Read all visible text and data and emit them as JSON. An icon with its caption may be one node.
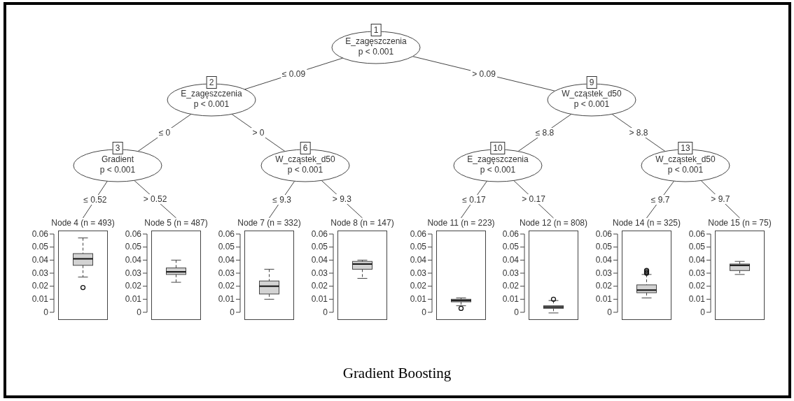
{
  "diagram": {
    "caption": "Gradient Boosting",
    "nodes": [
      {
        "text": [
          "1",
          "E_zagęszczenia",
          "p < 0.001"
        ]
      },
      {
        "text": [
          "2",
          "E_zagęszczenia",
          "p < 0.001"
        ]
      },
      {
        "text": [
          "9",
          "W_cząstek_d50",
          "p < 0.001"
        ]
      },
      {
        "text": [
          "3",
          "Gradient",
          "p < 0.001"
        ]
      },
      {
        "text": [
          "6",
          "W_cząstek_d50",
          "p < 0.001"
        ]
      },
      {
        "text": [
          "10",
          "E_zagęszczenia",
          "p < 0.001"
        ]
      },
      {
        "text": [
          "13",
          "W_cząstek_d50",
          "p < 0.001"
        ]
      },
      {
        "text": [
          "Node 4 (n = 493)"
        ],
        "beside": [
          "0.06",
          "0.05",
          "0.04",
          "0.03",
          "0.02",
          "0.01",
          "0"
        ]
      },
      {
        "text": [
          "Node 5 (n = 487)"
        ],
        "beside": [
          "0.06",
          "0.05",
          "0.04",
          "0.03",
          "0.02",
          "0.01",
          "0"
        ]
      },
      {
        "text": [
          "Node 7 (n = 332)"
        ],
        "beside": [
          "0.06",
          "0.05",
          "0.04",
          "0.03",
          "0.02",
          "0.01",
          "0"
        ]
      },
      {
        "text": [
          "Node 8 (n = 147)"
        ],
        "beside": [
          "0.06",
          "0.05",
          "0.04",
          "0.03",
          "0.02",
          "0.01",
          "0"
        ]
      },
      {
        "text": [
          "Node 11 (n = 223)"
        ],
        "beside": [
          "0.06",
          "0.05",
          "0.04",
          "0.03",
          "0.02",
          "0.01",
          "0"
        ]
      },
      {
        "text": [
          "Node 12 (n = 808)"
        ],
        "beside": [
          "0.06",
          "0.05",
          "0.04",
          "0.03",
          "0.02",
          "0.01",
          "0"
        ]
      },
      {
        "text": [
          "Node 14 (n = 325)"
        ],
        "beside": [
          "0.06",
          "0.05",
          "0.04",
          "0.03",
          "0.02",
          "0.01",
          "0"
        ]
      },
      {
        "text": [
          "Node 15 (n = 75)"
        ],
        "beside": [
          "0.06",
          "0.05",
          "0.04",
          "0.03",
          "0.02",
          "0.01",
          "0"
        ]
      }
    ],
    "edges": [
      {
        "from": 0,
        "to": 1,
        "arrow": "none",
        "label": "≤ 0.09"
      },
      {
        "from": 0,
        "to": 2,
        "arrow": "none",
        "label": "> 0.09"
      },
      {
        "from": 1,
        "to": 3,
        "arrow": "none",
        "label": "≤ 0"
      },
      {
        "from": 1,
        "to": 4,
        "arrow": "none",
        "label": "> 0"
      },
      {
        "from": 2,
        "to": 5,
        "arrow": "none",
        "label": "≤ 8.8"
      },
      {
        "from": 2,
        "to": 6,
        "arrow": "none",
        "label": "> 8.8"
      },
      {
        "from": 3,
        "to": 7,
        "arrow": "none",
        "label": "≤ 0.52"
      },
      {
        "from": 3,
        "to": 8,
        "arrow": "none",
        "label": "> 0.52"
      },
      {
        "from": 4,
        "to": 9,
        "arrow": "none",
        "label": "≤ 9.3"
      },
      {
        "from": 4,
        "to": 10,
        "arrow": "none",
        "label": "> 9.3"
      },
      {
        "from": 5,
        "to": 11,
        "arrow": "none",
        "label": "≤ 0.17"
      },
      {
        "from": 5,
        "to": 12,
        "arrow": "none",
        "label": "> 0.17"
      },
      {
        "from": 6,
        "to": 13,
        "arrow": "none",
        "label": "≤ 9.7"
      },
      {
        "from": 6,
        "to": 14,
        "arrow": "none",
        "label": "> 9.7"
      }
    ]
  }
}
